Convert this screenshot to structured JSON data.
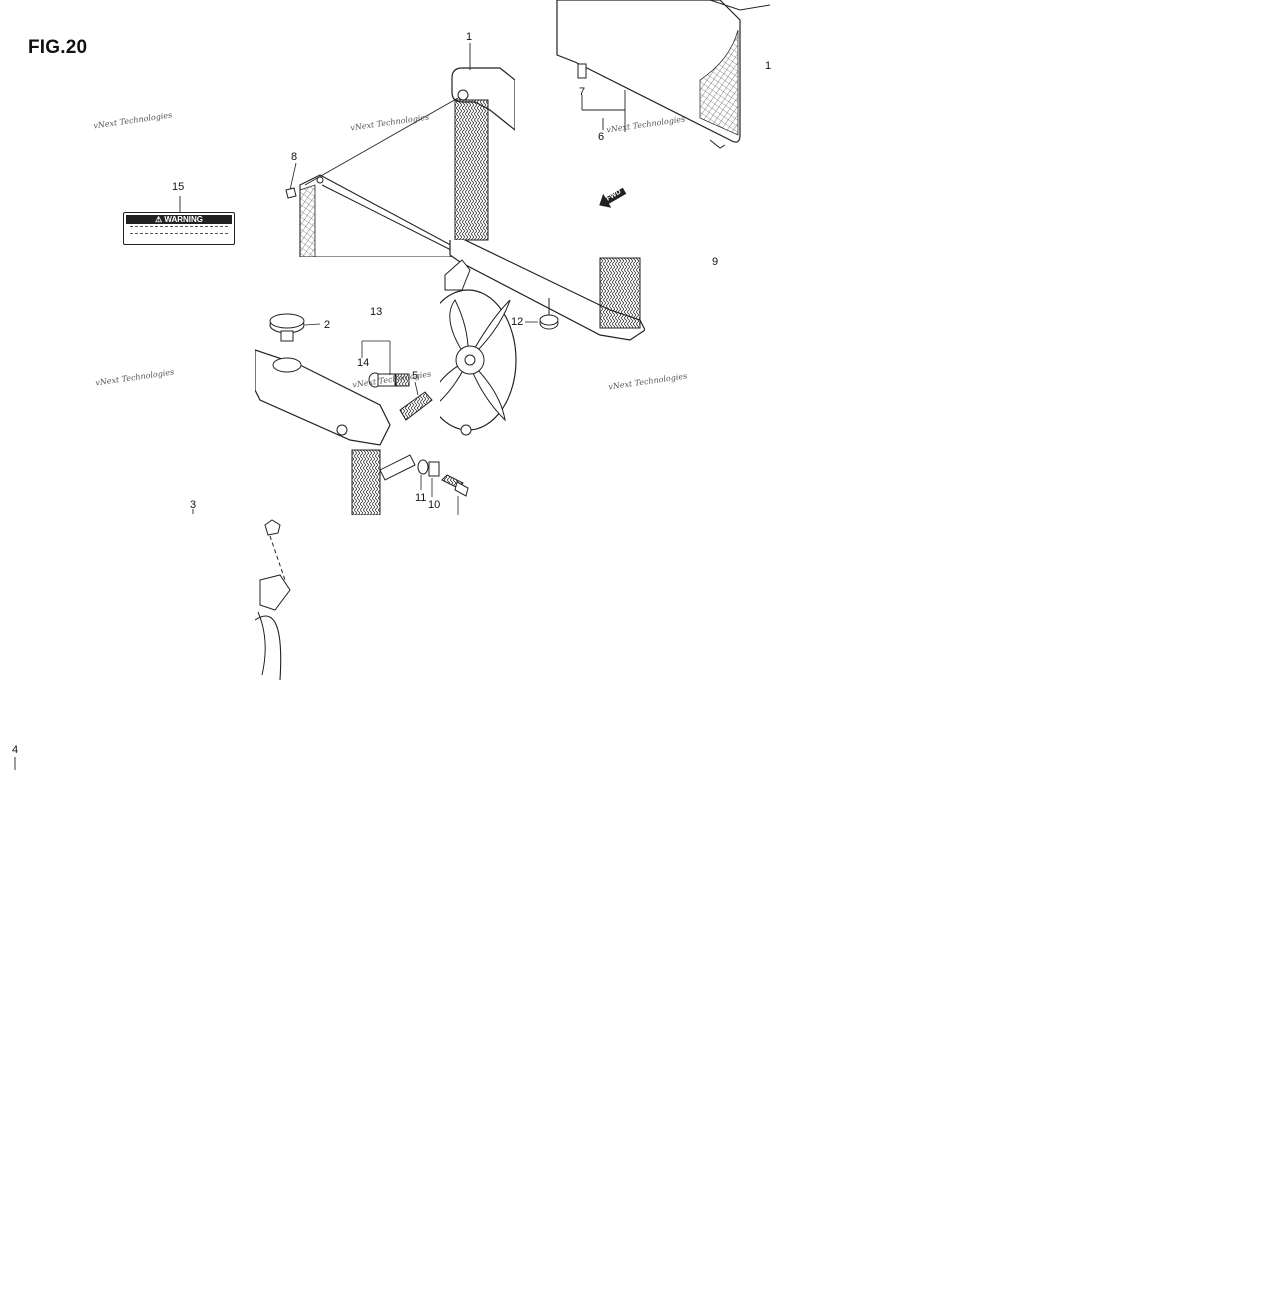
{
  "figure": {
    "title": "FIG.20"
  },
  "callouts": {
    "c1_top": "1",
    "c1_right": "1",
    "c2": "2",
    "c3": "3",
    "c4": "4",
    "c5": "5",
    "c6": "6",
    "c7": "7",
    "c8": "8",
    "c9": "9",
    "c10": "10",
    "c11": "11",
    "c12": "12",
    "c13": "13",
    "c14": "14",
    "c15": "15"
  },
  "warning_label": {
    "text": "⚠ WARNING"
  },
  "direction_arrow": {
    "text": "FWD"
  },
  "watermark": {
    "text": "vNext Technologies"
  }
}
